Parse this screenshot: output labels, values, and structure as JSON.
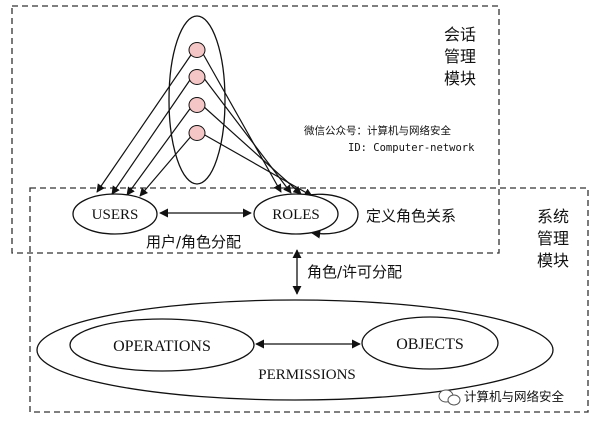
{
  "session_module": {
    "label_lines": [
      "会话",
      "管理",
      "模块"
    ]
  },
  "system_module": {
    "label_lines": [
      "系统",
      "管理",
      "模块"
    ]
  },
  "wechat": {
    "line1": "微信公众号：计算机与网络安全",
    "line2": "ID: Computer-network"
  },
  "nodes": {
    "users": "USERS",
    "roles": "ROLES",
    "operations": "OPERATIONS",
    "objects": "OBJECTS",
    "permissions": "PERMISSIONS"
  },
  "relations": {
    "user_role": "用户/角色分配",
    "role_hierarchy": "定义角色关系",
    "role_permission": "角色/许可分配"
  },
  "watermark": "计算机与网络安全",
  "colors": {
    "session_dot": "#f4c6c6",
    "line": "#111111",
    "border": "#333333"
  }
}
